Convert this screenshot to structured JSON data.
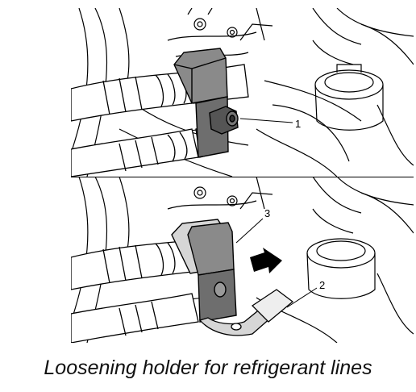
{
  "figure": {
    "caption": "Loosening holder for refrigerant lines",
    "callouts": {
      "top": [
        "1"
      ],
      "bottom": [
        "3",
        "2"
      ]
    }
  },
  "colors": {
    "ink": "#000000",
    "clamp_grey": "#8a8a8a",
    "clamp_dark": "#6e6e6e",
    "clip_light": "#d6d6d6",
    "background": "#ffffff"
  }
}
